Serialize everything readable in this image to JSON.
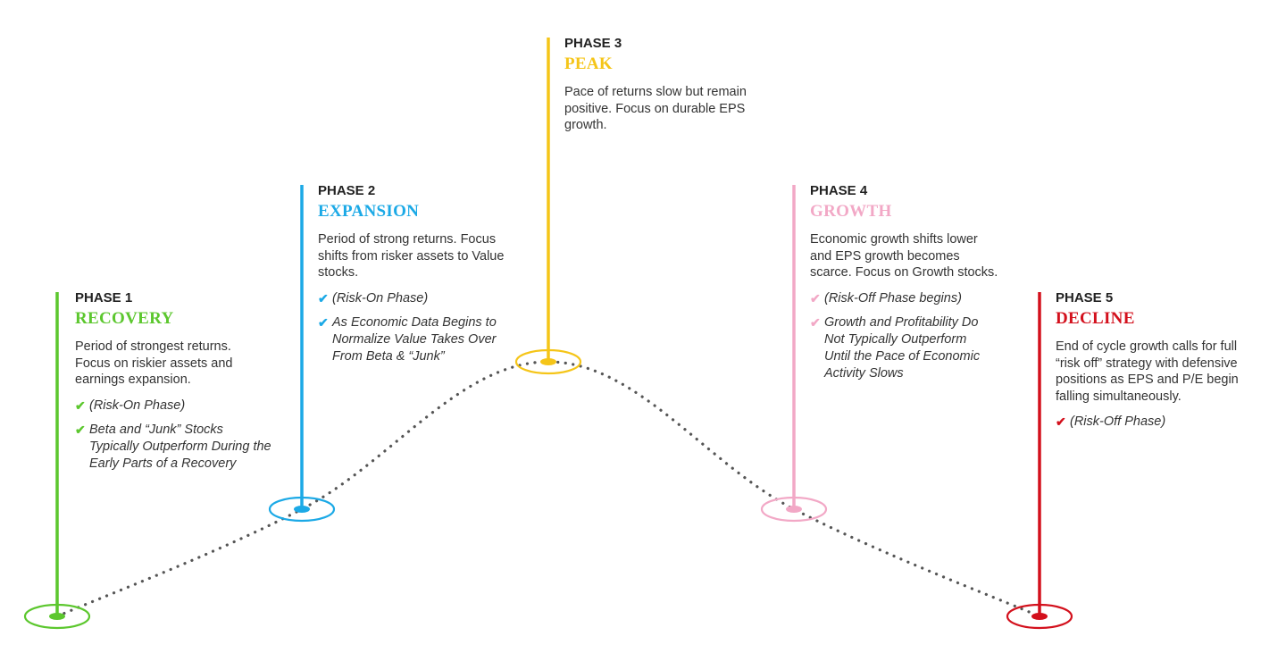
{
  "colors": {
    "recovery": "#5CC72E",
    "expansion": "#1BA9E6",
    "peak": "#F5C518",
    "growth": "#F2A8C6",
    "decline": "#D3101C",
    "dots": "#555555"
  },
  "phases": [
    {
      "label": "PHASE 1",
      "title": "RECOVERY",
      "description": "Period of strongest returns. Focus on riskier assets and earnings expansion.",
      "bullets": [
        "(Risk-On Phase)",
        "Beta and “Junk” Stocks Typically Outperform During the Early Parts of a Recovery"
      ],
      "color_key": "recovery",
      "check_icon": "check-icon"
    },
    {
      "label": "PHASE 2",
      "title": "EXPANSION",
      "description": "Period of strong returns.  Focus shifts from risker assets to Value stocks.",
      "bullets": [
        "(Risk-On Phase)",
        "As Economic Data Begins to Normalize Value Takes Over From Beta & “Junk”"
      ],
      "color_key": "expansion",
      "check_icon": "check-icon"
    },
    {
      "label": "PHASE 3",
      "title": "PEAK",
      "description": "Pace of returns slow but remain positive. Focus on durable EPS growth.",
      "bullets": [],
      "color_key": "peak",
      "check_icon": "check-icon"
    },
    {
      "label": "PHASE 4",
      "title": "GROWTH",
      "description": "Economic growth shifts lower and EPS growth becomes scarce. Focus on Growth stocks.",
      "bullets": [
        " (Risk-Off Phase begins)",
        "Growth and Profitability Do Not Typically Outperform Until the Pace of Economic Activity Slows"
      ],
      "color_key": "growth",
      "check_icon": "check-icon"
    },
    {
      "label": "PHASE 5",
      "title": "DECLINE",
      "description": "End of cycle growth calls for full “risk off” strategy with defensive positions as EPS and P/E begin falling simultaneously.",
      "bullets": [
        "(Risk-Off Phase)"
      ],
      "color_key": "decline",
      "check_icon": "check-icon"
    }
  ],
  "check_glyph": "✔"
}
